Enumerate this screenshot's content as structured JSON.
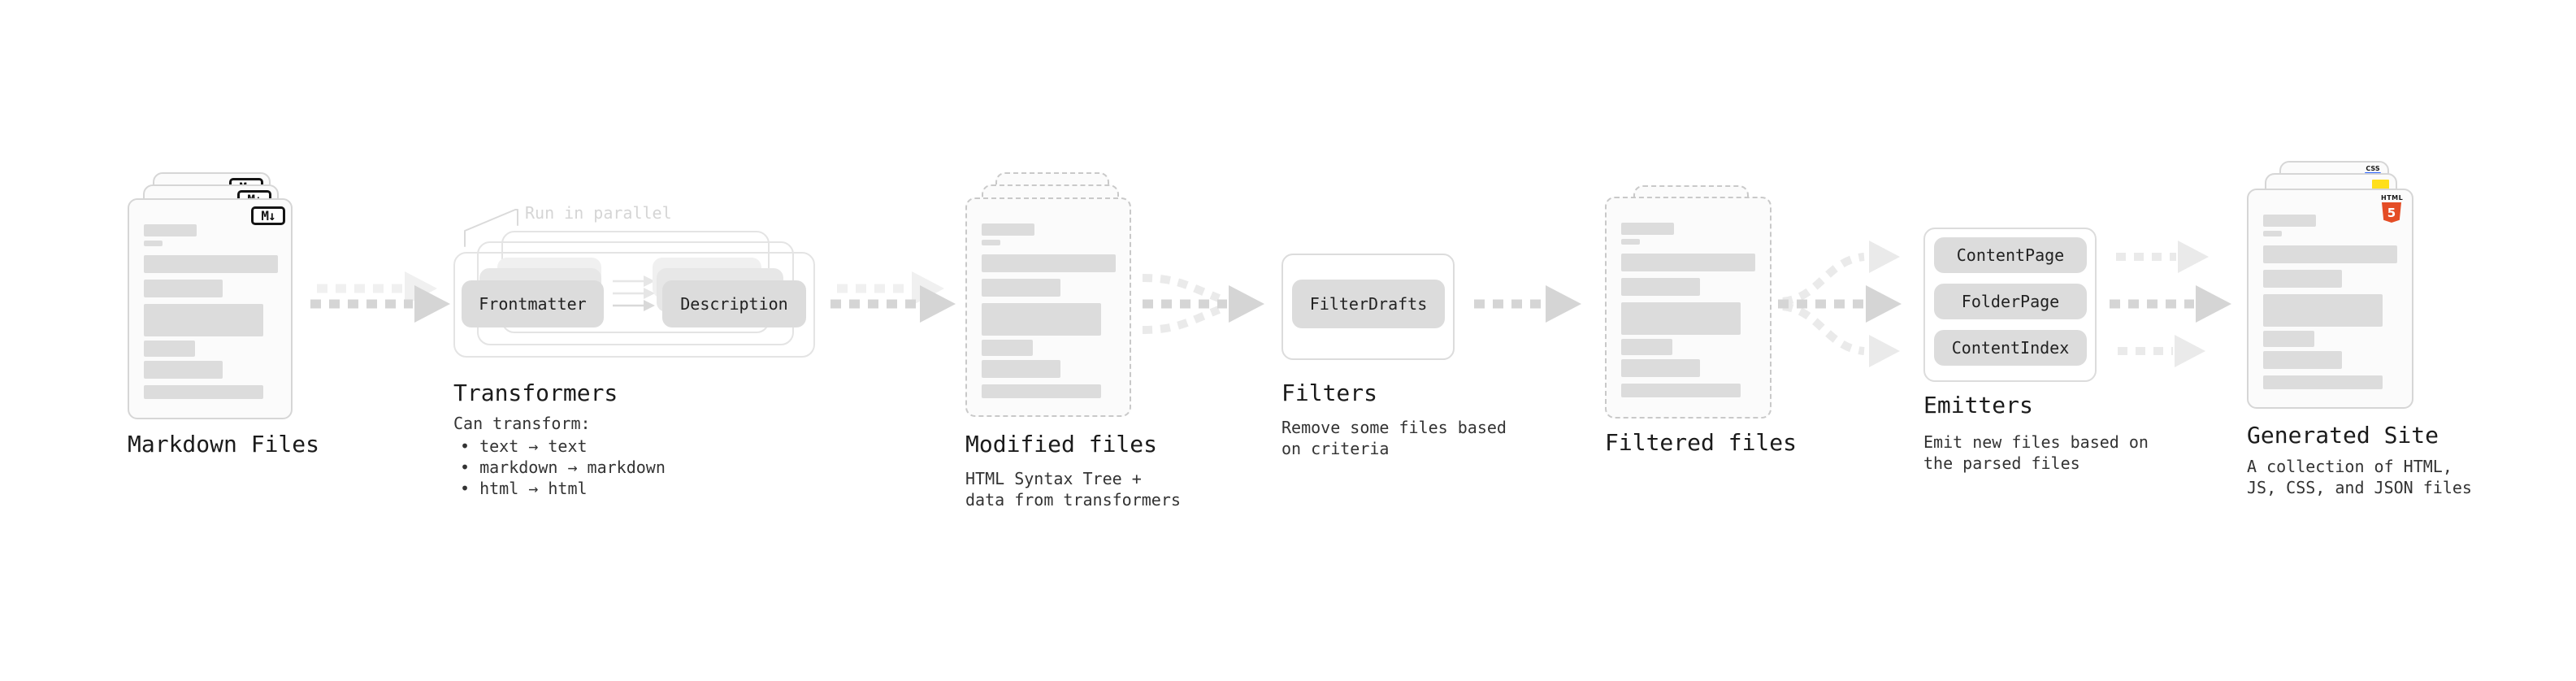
{
  "stages": {
    "markdown_files": {
      "title": "Markdown Files",
      "icon_label": "M↓"
    },
    "transformers": {
      "title": "Transformers",
      "annotation": "Run in parallel",
      "nodes": [
        "Frontmatter",
        "Description"
      ],
      "caption": "Can transform:",
      "bullets": [
        "• text → text",
        "• markdown → markdown",
        "• html → html"
      ]
    },
    "modified_files": {
      "title": "Modified files",
      "caption_lines": [
        "HTML Syntax Tree +",
        "data from transformers"
      ]
    },
    "filters": {
      "title": "Filters",
      "nodes": [
        "FilterDrafts"
      ],
      "caption_lines": [
        "Remove some files based",
        "on criteria"
      ]
    },
    "filtered_files": {
      "title": "Filtered files"
    },
    "emitters": {
      "title": "Emitters",
      "nodes": [
        "ContentPage",
        "FolderPage",
        "ContentIndex"
      ],
      "caption_lines": [
        "Emit new files based on",
        "the parsed files"
      ]
    },
    "generated_site": {
      "title": "Generated Site",
      "caption_lines": [
        "A collection of HTML,",
        "JS, CSS, and JSON files"
      ],
      "badges": {
        "css_label": "CSS",
        "html_label": "HTML",
        "html_number": "5"
      }
    }
  },
  "colors": {
    "html5_orange": "#e44d26",
    "js_yellow": "#ffdf1c",
    "css_blue": "#2962ff"
  }
}
